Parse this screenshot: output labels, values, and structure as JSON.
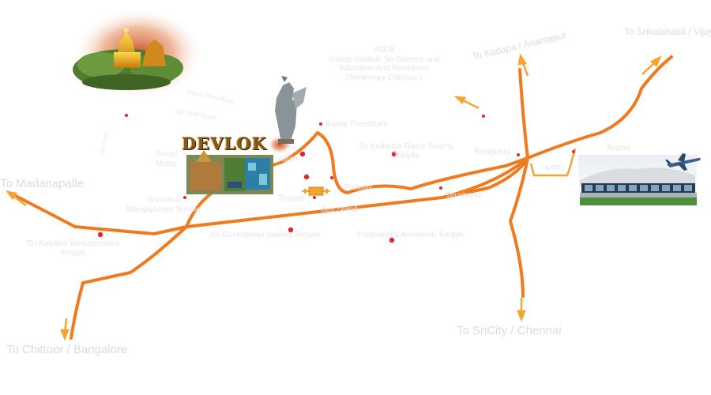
{
  "map": {
    "colors": {
      "road": "#f07a1e",
      "minor_road": "#f5a52e",
      "arrow": "#f5a52e",
      "pin": "#e8242a",
      "label": "#e2e2e2"
    },
    "logo": "DEVLOK",
    "destinations": {
      "madanapalle": "To Madanapalle",
      "chittoor_bangalore": "To Chittoor / Bangalore",
      "kadapa": "To Kadapa / Anantapur",
      "srikalahasti": "To Srikalahasti / Vijayawada",
      "sricity_chennai": "To SriCity / Chennai"
    },
    "places": {
      "iiser_1": "IISER",
      "iiser_2": "(Indian Institute for Science and",
      "iiser_3": "Education And Research)",
      "iiser_4": "(Temporary Campus )",
      "kapila": "Kapila Theertham",
      "sri_kodanda": "Sri Kodanda Rama Swamy",
      "temple": "Temple",
      "renigunta": "Renigunta",
      "airport": "Airport",
      "srinivasa_mangapuram_1": "Srinivasa",
      "srinivasa_mangapuram_2": "Mangapuram Temple",
      "venkateswara_1": "Sri Kalyana Venkateswara",
      "venkateswara_2": "Temple",
      "govindaraja": "Sri Govindaraja Swamy Temple",
      "padmavathi": "Padmavathi Ammavari Temple",
      "alipiri": "Alipiri",
      "tirupati": "Tirupati",
      "railway": "Railway",
      "bus_stand": "Bus Stand",
      "ghat_road_1": "Down Ghat Road",
      "ghat_road_2": "Up Ghat Road",
      "tirumala": "Tirumala",
      "srivari_mettu_1": "Srivari",
      "srivari_mettu_2": "Mettu",
      "tiruchanur": "Tiruchanur",
      "ntr_circle": "NTR"
    },
    "icons": [
      "tirumala-temple-icon",
      "garuda-statue-icon",
      "devlok-resort-icon",
      "airport-terminal-icon",
      "airplane-icon",
      "railway-station-icon",
      "location-pin-icon",
      "direction-arrow-icon"
    ]
  }
}
